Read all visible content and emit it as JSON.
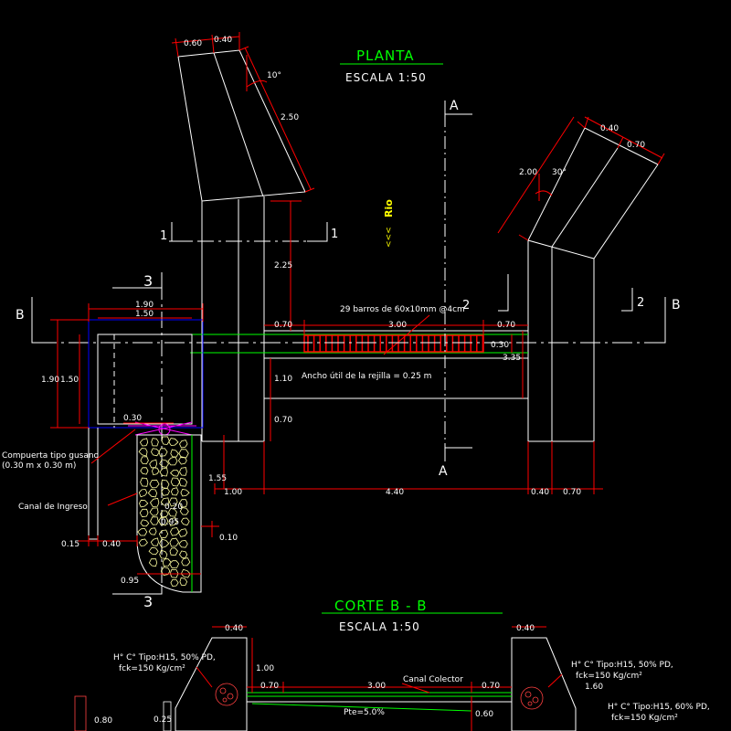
{
  "titles": {
    "planta": "PLANTA",
    "escala_planta": "ESCALA 1:50",
    "corte": "CORTE  B - B",
    "escala_corte": "ESCALA 1:50"
  },
  "labels": {
    "rio": "Rio",
    "barras": "29 barros de 60x10mm @4cm",
    "ancho": "Ancho útil de la rejilla = 0.25 m",
    "compuerta_1": "Compuerta tipo gusano",
    "compuerta_2": "(0.30 m x 0.30 m)",
    "canal_ingreso": "Canal de Ingreso",
    "canal_colector": "Canal Colector",
    "pte": "Pte=5.0%",
    "h_left_1": "H° C°  Tipo:H15, 50% PD,",
    "h_left_2": "fck=150 Kg/cm²",
    "h_right_1": "H° C°  Tipo:H15, 50% PD,",
    "h_right_2": "fck=150 Kg/cm²",
    "h_right2_1": "H° C°  Tipo:H15, 60% PD,",
    "h_right2_2": "fck=150 Kg/cm²"
  },
  "section_marks": {
    "a_top": "A",
    "a_bottom": "A",
    "b_left": "B",
    "b_right": "B",
    "one_left": "1",
    "one_right": "1",
    "two_left": "2",
    "two_right": "2",
    "three_top": "3",
    "three_bottom": "3"
  },
  "dims": {
    "d060": "0.60",
    "d040_top": "0.40",
    "d10deg": "10°",
    "d250": "2.50",
    "d040_r": "0.40",
    "d070_r": "0.70",
    "d200": "2.00",
    "d30deg": "30°",
    "d225": "2.25",
    "d190_top": "1.90",
    "d150_top": "1.50",
    "d070_a": "0.70",
    "d300": "3.00",
    "d070_b": "0.70",
    "d030_r": "0.30",
    "d335": "3.35",
    "d110": "1.10",
    "d070_c": "0.70",
    "d190_l": "1.90",
    "d150_l": "1.50",
    "d030_g": "0.30",
    "d155": "1.55",
    "d100": "1.00",
    "d440": "4.40",
    "d040_b": "0.40",
    "d070_br": "0.70",
    "d020": "0.20",
    "d095": "0.95",
    "d010": "0.10",
    "d015": "0.15",
    "d040_bl": "0.40",
    "d095_b": "0.95",
    "c040_l": "0.40",
    "c100": "1.00",
    "c070_l": "0.70",
    "c300": "3.00",
    "c070_r": "0.70",
    "c040_r": "0.40",
    "c160": "1.60",
    "c060": "0.60",
    "c080": "0.80",
    "c025": "0.25"
  },
  "colors": {
    "background": "#000000",
    "outline": "#ffffff",
    "dimension": "#ff0000",
    "title": "#00ff00",
    "structure_blue": "#0000ff",
    "grid_red": "#ff0000",
    "rock_yellow": "#ffffa0",
    "magenta": "#ff00ff",
    "river_label": "#ffff00"
  }
}
